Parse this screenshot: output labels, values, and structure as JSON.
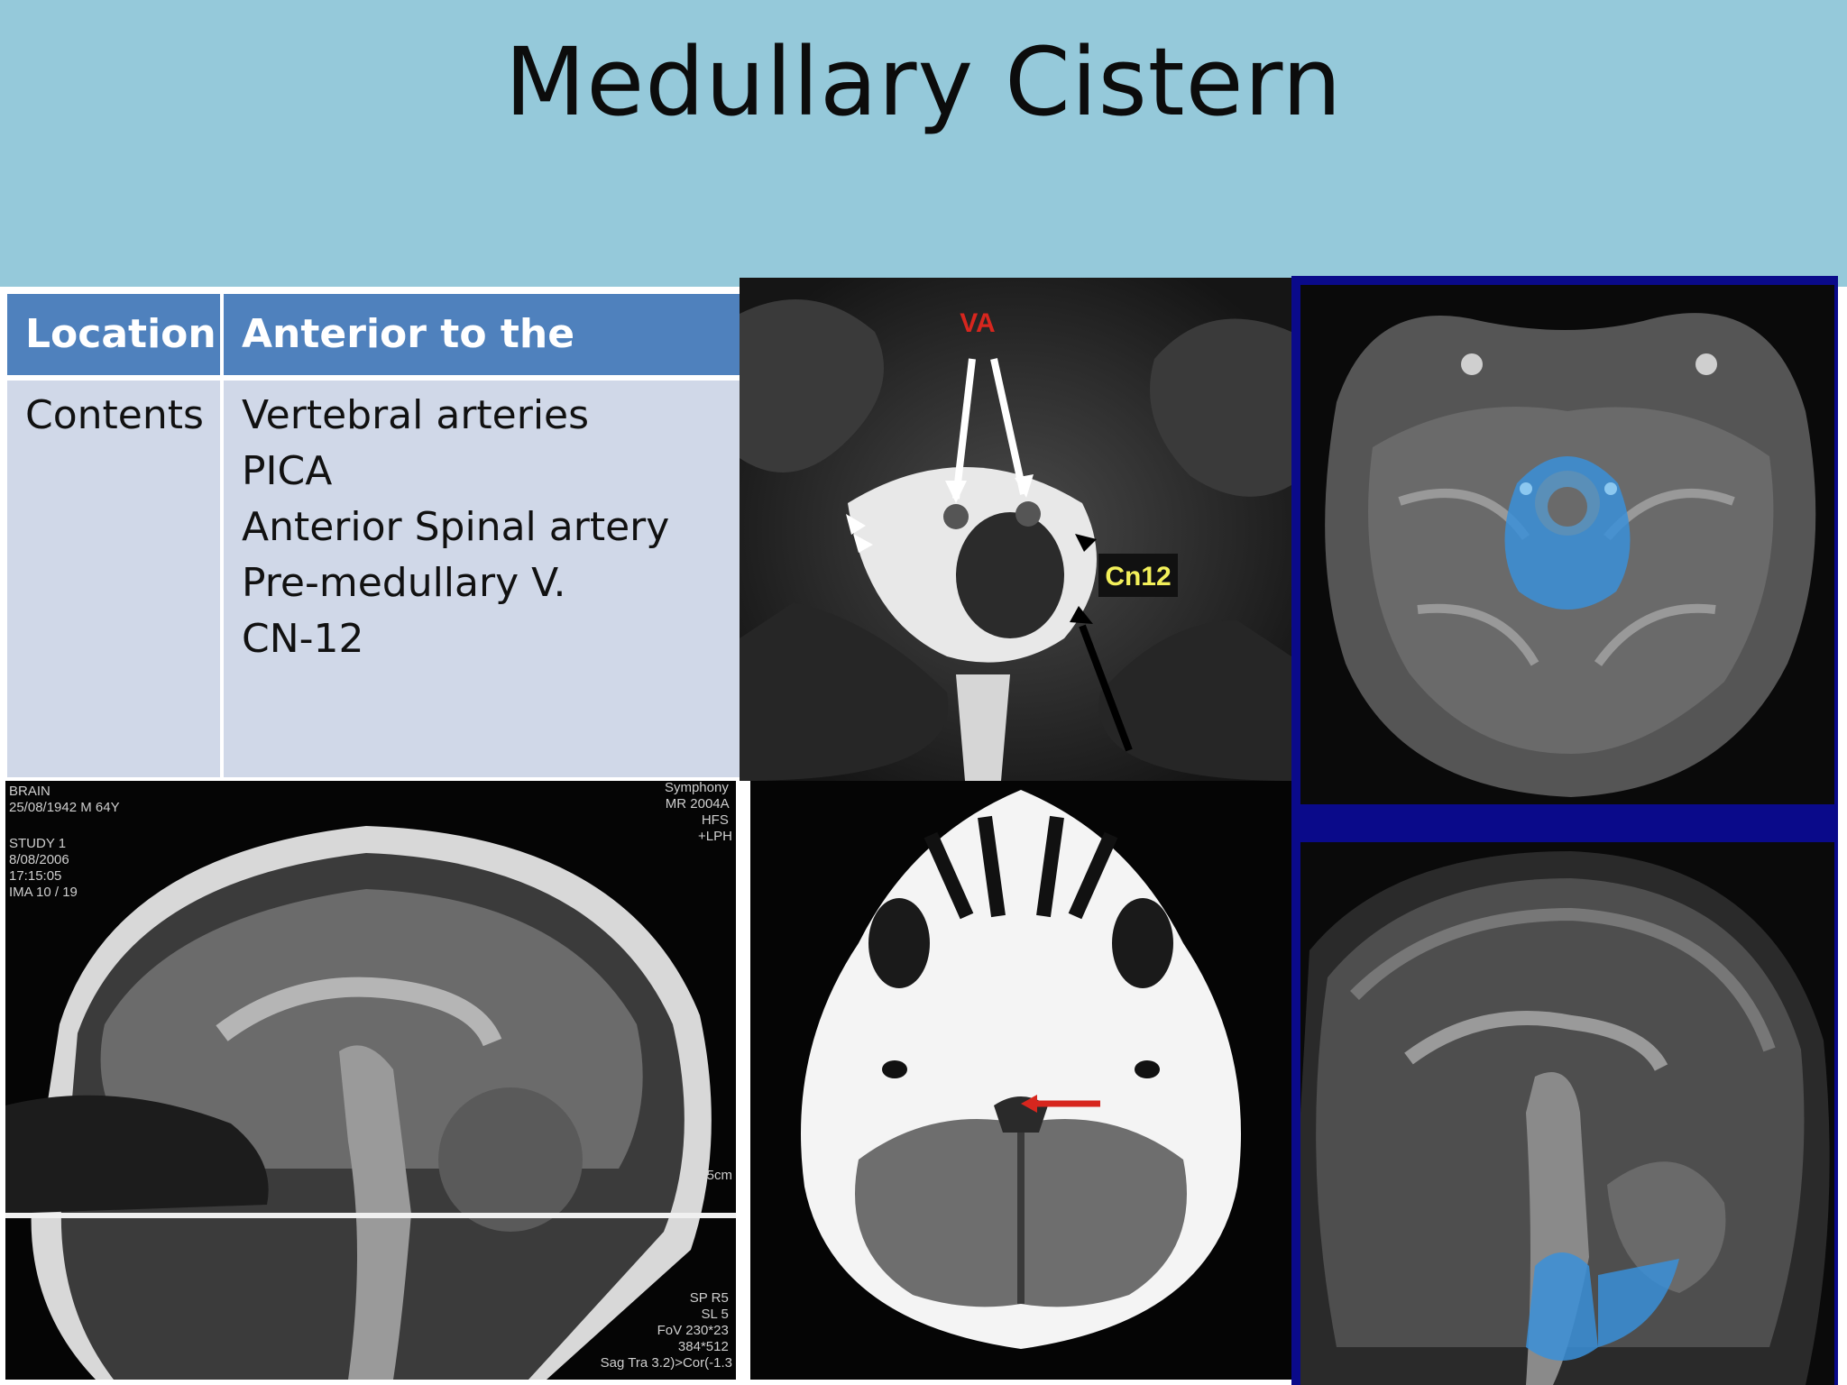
{
  "slide": {
    "title": "Medullary Cistern"
  },
  "table": {
    "header": {
      "col1": "Location",
      "col2": "Anterior  to the medulla"
    },
    "row": {
      "label": "Contents",
      "items": [
        "Vertebral arteries",
        "PICA",
        "Anterior Spinal artery",
        "Pre-medullary V.",
        "CN-12"
      ]
    }
  },
  "images": {
    "axial_mri": {
      "labels": {
        "va": "VA",
        "cn12": "Cn12"
      }
    },
    "sagittal_mri": {
      "overlay_left": [
        "BRAIN",
        "25/08/1942  M  64Y",
        "STUDY 1",
        "8/08/2006",
        "17:15:05",
        "IMA 10 / 19"
      ],
      "overlay_right_top": [
        "Symphony",
        "MR 2004A",
        "HFS",
        "+LPH"
      ],
      "overlay_right_bottom": [
        "SP R5",
        "SL 5",
        "FoV 230*23",
        "384*512",
        "Sag Tra 3.2)>Cor(-1.3"
      ],
      "scale": "5cm"
    }
  },
  "colors": {
    "header_bg": "#95c9da",
    "table_header": "#4f81bd",
    "table_body": "#d0d8e8",
    "blue_frame": "#0a0a8a",
    "label_red": "#d7261e",
    "label_yellow": "#f3f05a",
    "overlay_blue": "#3a8fd8"
  }
}
